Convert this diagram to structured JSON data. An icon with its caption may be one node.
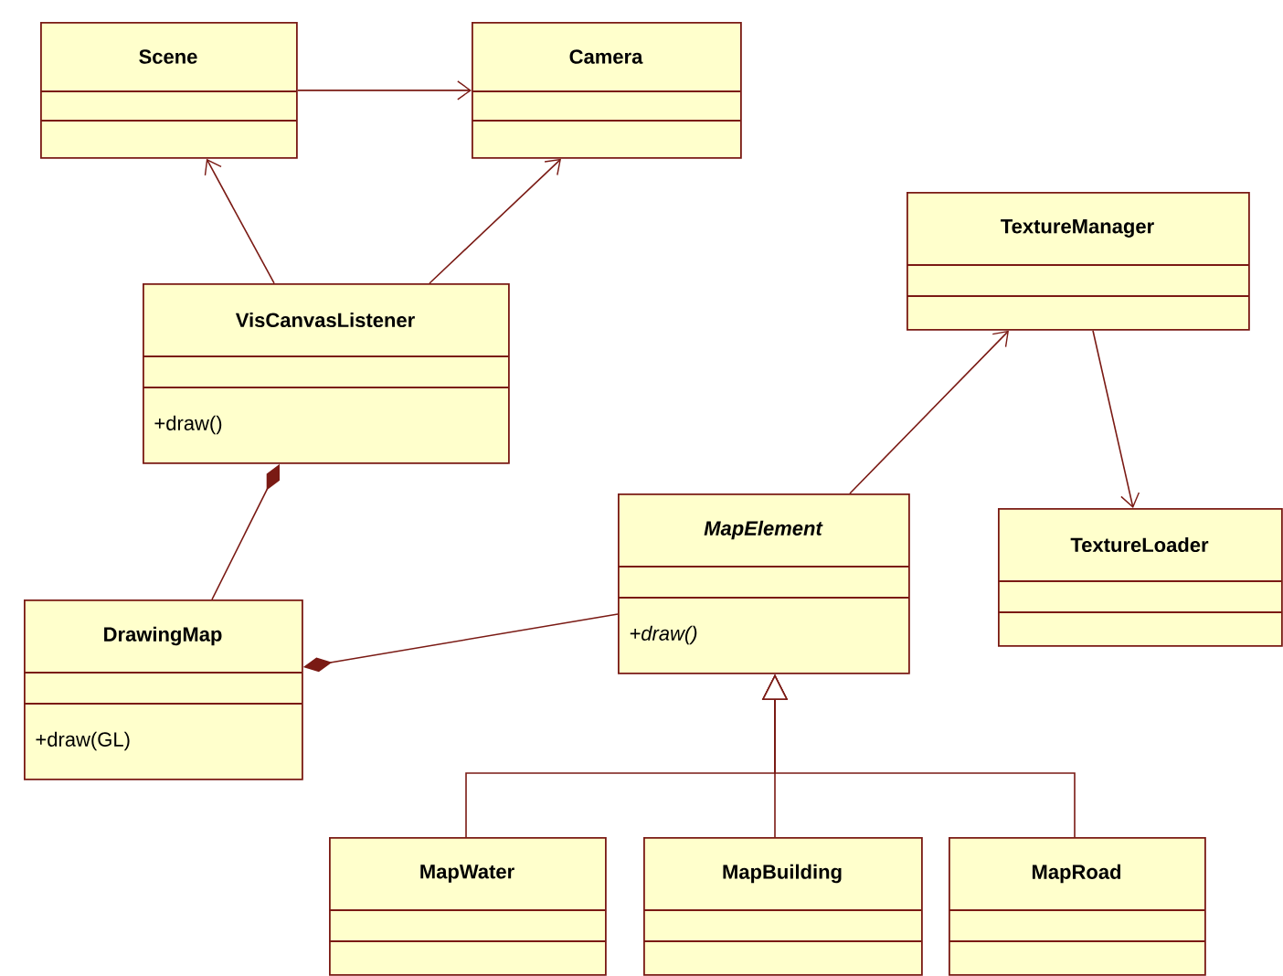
{
  "diagram": {
    "nodes": [
      {
        "text": [
          "Scene"
        ]
      },
      {
        "text": [
          "Camera"
        ]
      },
      {
        "text": [
          "VisCanvasListener",
          "+draw()"
        ]
      },
      {
        "text": [
          "TextureManager"
        ]
      },
      {
        "text": [
          "TextureLoader"
        ]
      },
      {
        "text": [
          "MapElement",
          "+draw()"
        ]
      },
      {
        "text": [
          "DrawingMap",
          "+draw(GL)"
        ]
      },
      {
        "text": [
          "MapWater"
        ]
      },
      {
        "text": [
          "MapBuilding"
        ]
      },
      {
        "text": [
          "MapRoad"
        ]
      }
    ],
    "edges": [
      {
        "from": 0,
        "to": 1,
        "arrow": "to"
      },
      {
        "from": 2,
        "to": 0,
        "arrow": "to"
      },
      {
        "from": 2,
        "to": 1,
        "arrow": "to"
      },
      {
        "from": 2,
        "to": 6,
        "arrow": "other"
      },
      {
        "from": 6,
        "to": 5,
        "arrow": "other"
      },
      {
        "from": 5,
        "to": 3,
        "arrow": "to"
      },
      {
        "from": 3,
        "to": 4,
        "arrow": "to"
      },
      {
        "from": 7,
        "to": 5,
        "arrow": "to"
      },
      {
        "from": 8,
        "to": 5,
        "arrow": "to"
      },
      {
        "from": 9,
        "to": 5,
        "arrow": "to"
      }
    ]
  }
}
